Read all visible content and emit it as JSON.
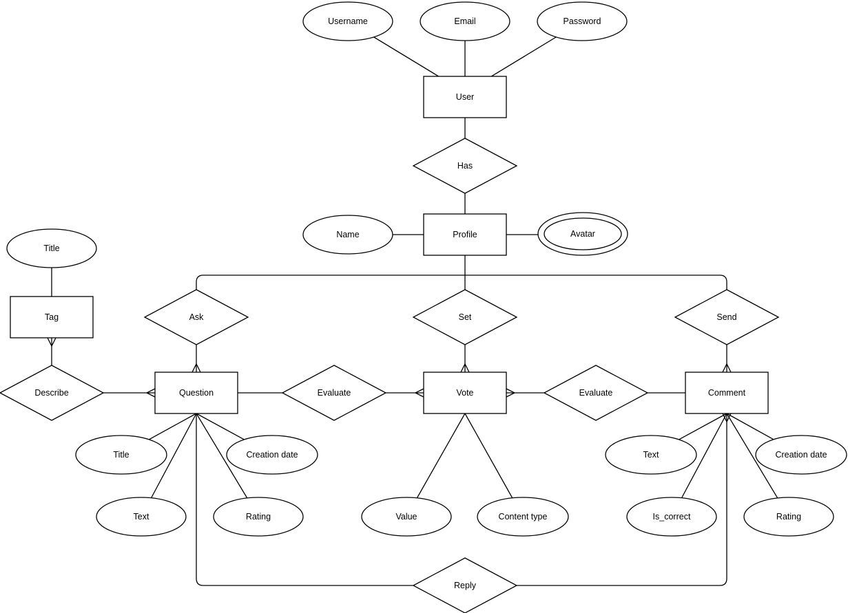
{
  "colors": {
    "background": "#ffffff",
    "shape_fill": "#ffffff",
    "stroke": "#000000",
    "text": "#000000"
  },
  "labels": {
    "username": "Username",
    "email": "Email",
    "password": "Password",
    "user": "User",
    "has": "Has",
    "profile": "Profile",
    "name": "Name",
    "avatar": "Avatar",
    "ask": "Ask",
    "set": "Set",
    "send": "Send",
    "tag_title": "Title",
    "tag": "Tag",
    "describe": "Describe",
    "question": "Question",
    "evaluate_left": "Evaluate",
    "vote": "Vote",
    "evaluate_right": "Evaluate",
    "comment": "Comment",
    "reply": "Reply",
    "q_title": "Title",
    "q_text": "Text",
    "q_creation_date": "Creation date",
    "q_rating": "Rating",
    "v_value": "Value",
    "v_content_type": "Content type",
    "c_text": "Text",
    "c_is_correct": "Is_correct",
    "c_creation_date": "Creation date",
    "c_rating": "Rating"
  },
  "model": {
    "type": "er-diagram",
    "entities": [
      {
        "name": "User",
        "attributes": [
          "Username",
          "Email",
          "Password"
        ]
      },
      {
        "name": "Profile",
        "attributes": [
          "Name",
          "Avatar"
        ],
        "multivalued_attributes": [
          "Avatar"
        ]
      },
      {
        "name": "Tag",
        "attributes": [
          "Title"
        ]
      },
      {
        "name": "Question",
        "attributes": [
          "Title",
          "Text",
          "Creation date",
          "Rating"
        ]
      },
      {
        "name": "Vote",
        "attributes": [
          "Value",
          "Content type"
        ]
      },
      {
        "name": "Comment",
        "attributes": [
          "Text",
          "Is_correct",
          "Creation date",
          "Rating"
        ]
      }
    ],
    "relationships": [
      {
        "name": "Has",
        "between": [
          "User",
          "Profile"
        ],
        "crowsfoot_ends": []
      },
      {
        "name": "Ask",
        "between": [
          "Profile",
          "Question"
        ],
        "crowsfoot_ends": [
          "Question"
        ]
      },
      {
        "name": "Set",
        "between": [
          "Profile",
          "Vote"
        ],
        "crowsfoot_ends": [
          "Vote"
        ]
      },
      {
        "name": "Send",
        "between": [
          "Profile",
          "Comment"
        ],
        "crowsfoot_ends": [
          "Comment"
        ]
      },
      {
        "name": "Describe",
        "between": [
          "Tag",
          "Question"
        ],
        "crowsfoot_ends": [
          "Tag",
          "Question"
        ]
      },
      {
        "name": "Evaluate",
        "between": [
          "Question",
          "Vote"
        ],
        "crowsfoot_ends": [
          "Vote"
        ]
      },
      {
        "name": "Evaluate",
        "between": [
          "Vote",
          "Comment"
        ],
        "crowsfoot_ends": [
          "Vote"
        ]
      },
      {
        "name": "Reply",
        "between": [
          "Question",
          "Comment"
        ],
        "crowsfoot_ends": [
          "Comment"
        ]
      }
    ]
  }
}
